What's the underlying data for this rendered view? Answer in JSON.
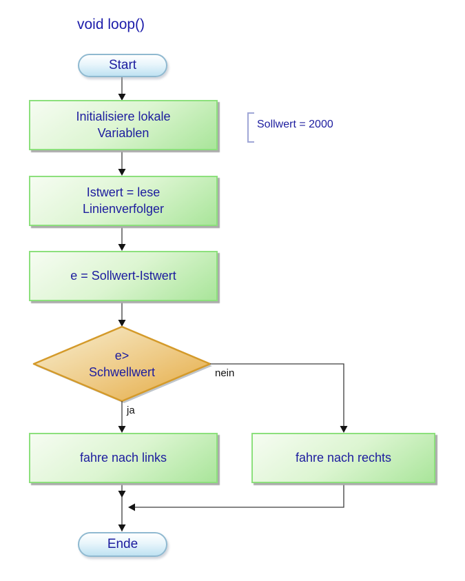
{
  "title": "void loop()",
  "colors": {
    "text_navy": "#1c1c9e",
    "title_blue": "#1c1caa",
    "process_border_green": "#8ce07c",
    "process_fill_light": "#f6fcf2",
    "process_fill_dark": "#a9e59a",
    "terminator_border_blue": "#8fb9d0",
    "terminator_fill_light": "#ffffff",
    "terminator_fill_dark": "#bfe2f2",
    "decision_border_orange": "#d49a2a",
    "decision_fill_light": "#f7ecc9",
    "decision_fill_dark": "#e6ad49",
    "connector_line": "#3c3c3c",
    "edge_label_black": "#111111",
    "annotation_bracket_blue": "#9fa6d6"
  },
  "nodes": {
    "start": {
      "label": "Start"
    },
    "init": {
      "line1": "Initialisiere lokale",
      "line2": "Variablen"
    },
    "read": {
      "line1": "Istwert = lese",
      "line2": "Linienverfolger"
    },
    "calc": {
      "label": "e = Sollwert-Istwert"
    },
    "decision": {
      "line1": "e>",
      "line2": "Schwellwert"
    },
    "left": {
      "label": "fahre nach links"
    },
    "right": {
      "label": "fahre nach rechts"
    },
    "end": {
      "label": "Ende"
    }
  },
  "edge_labels": {
    "yes": "ja",
    "no": "nein"
  },
  "annotation": {
    "text": "Sollwert = 2000"
  }
}
